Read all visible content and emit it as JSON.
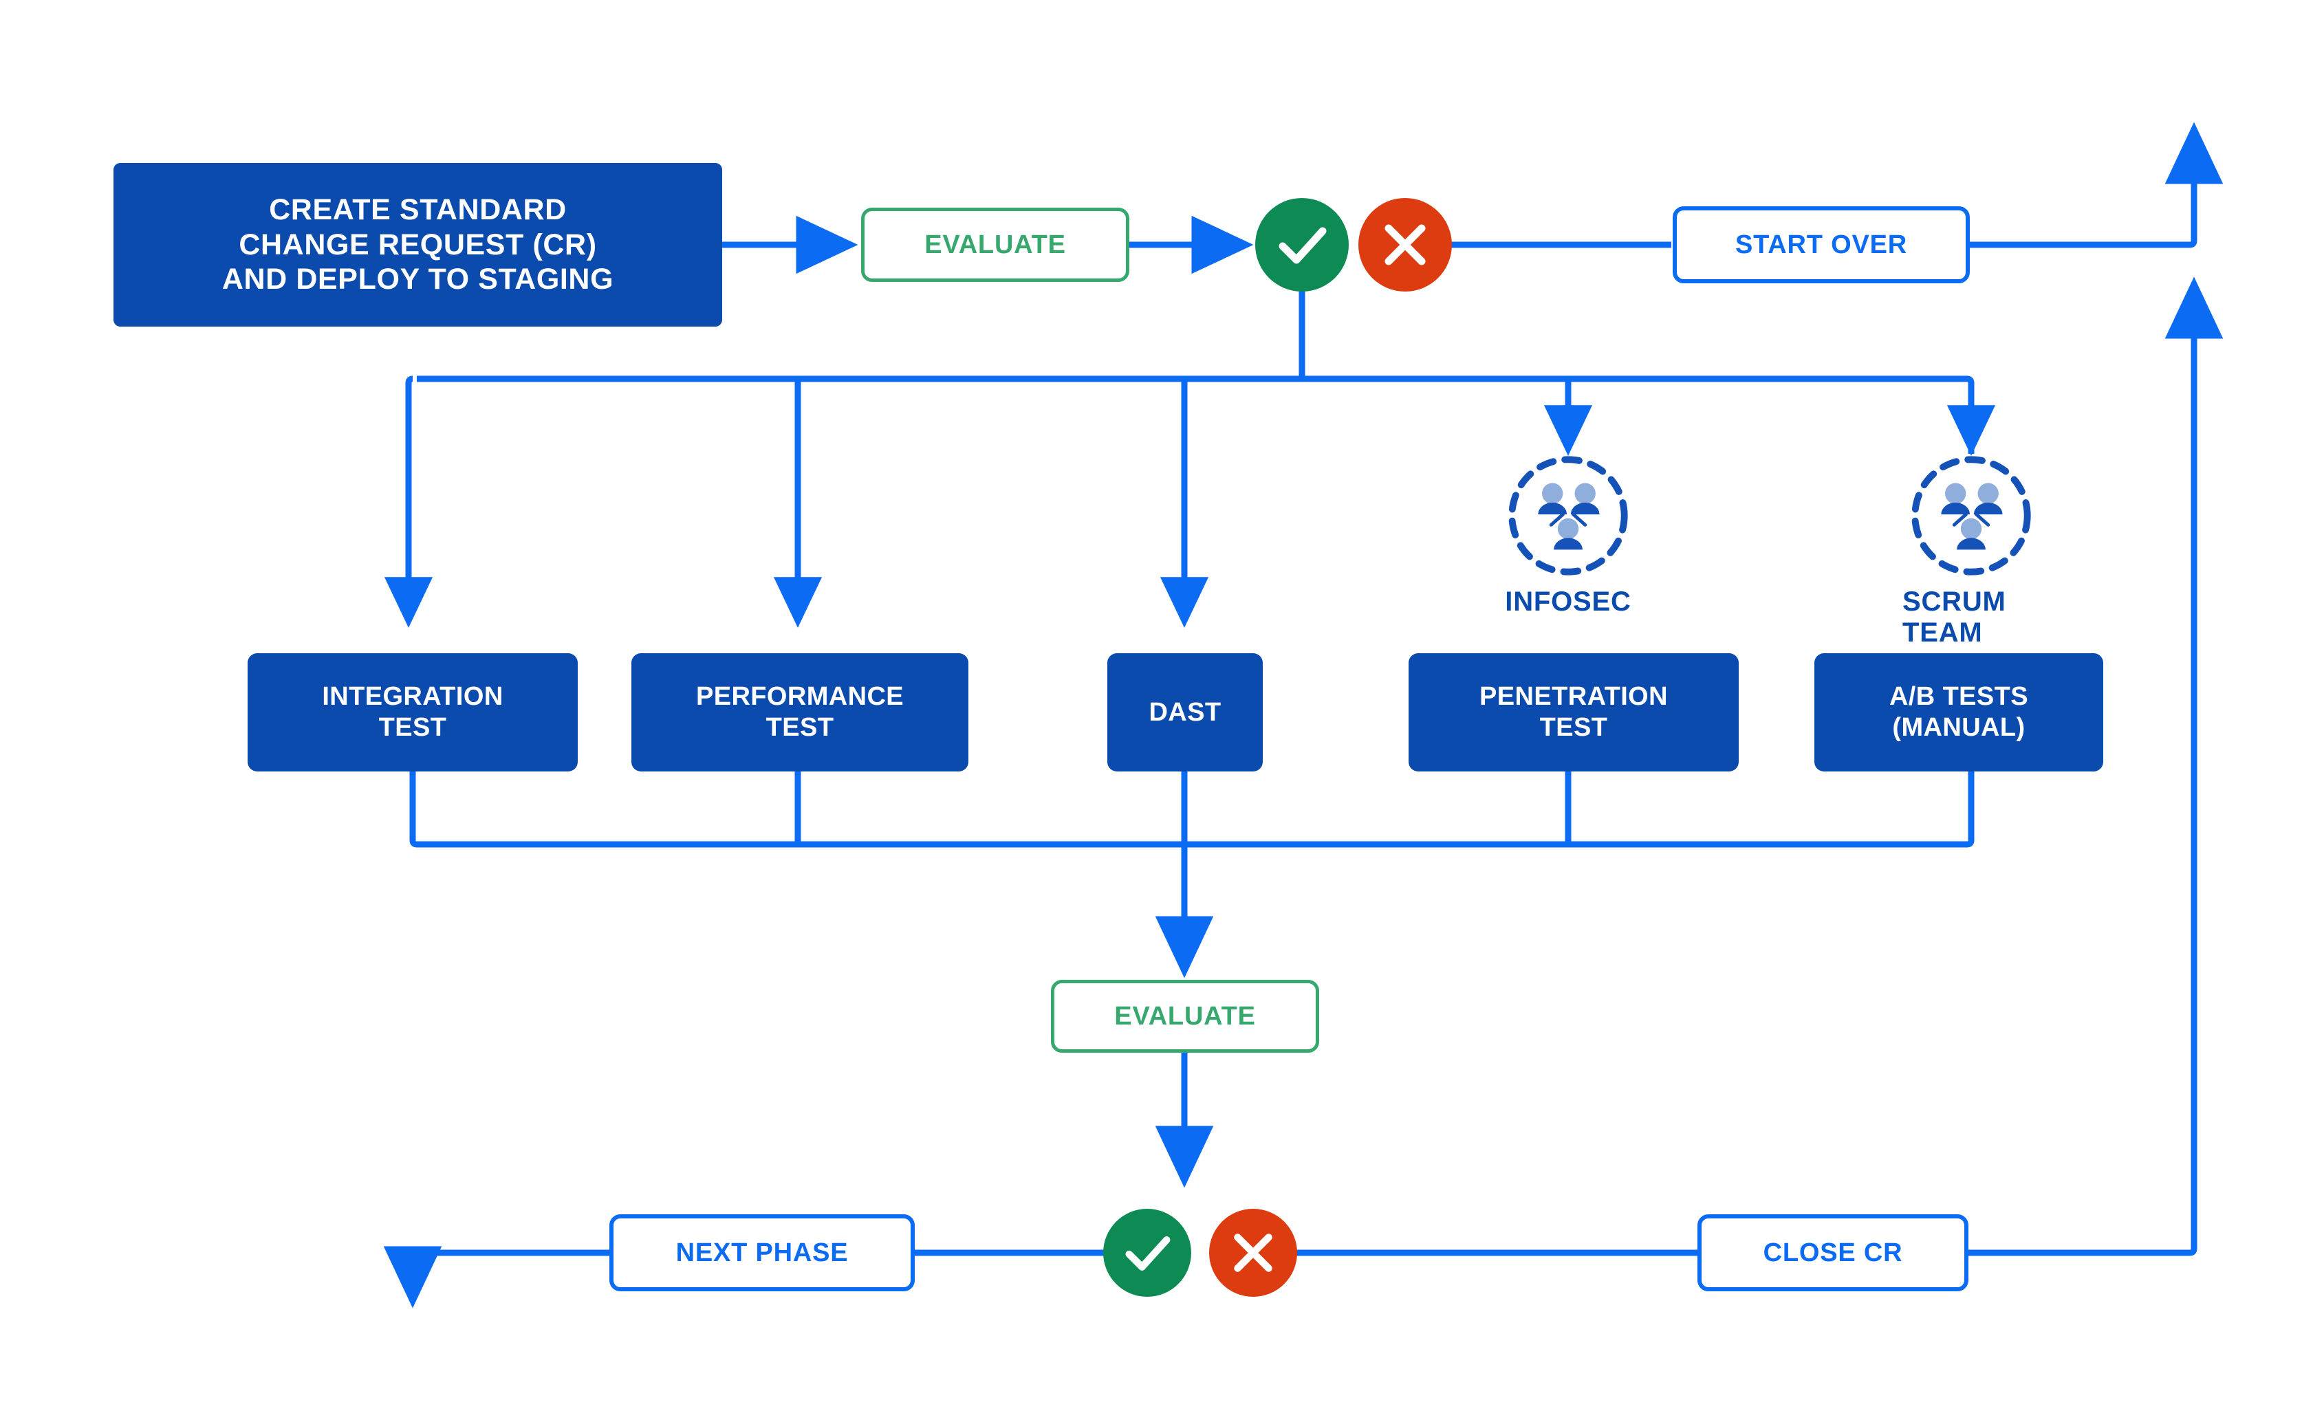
{
  "palette": {
    "process_blue": "#0B4BAD",
    "line_blue": "#0B6BF2",
    "evaluate_green": "#36A86E",
    "status_ok_green": "#0E8A54",
    "status_fail_red": "#DD3B10",
    "icon_light_blue": "#8FAEDC",
    "background": "#FFFFFF"
  },
  "diagram": {
    "title": "Standard Change Request Test & Release Flow",
    "type": "flowchart"
  },
  "nodes": {
    "create_cr": {
      "label": "CREATE STANDARD\nCHANGE REQUEST (CR)\nAND DEPLOY TO STAGING",
      "kind": "process"
    },
    "evaluate_top": {
      "label": "EVALUATE",
      "kind": "evaluate"
    },
    "start_over": {
      "label": "START OVER",
      "kind": "outline"
    },
    "integration_test": {
      "label": "INTEGRATION\nTEST",
      "kind": "process"
    },
    "performance_test": {
      "label": "PERFORMANCE\nTEST",
      "kind": "process"
    },
    "dast": {
      "label": "DAST",
      "kind": "process"
    },
    "penetration_test": {
      "label": "PENETRATION\nTEST",
      "kind": "process"
    },
    "ab_tests": {
      "label": "A/B TESTS\n(MANUAL)",
      "kind": "process"
    },
    "infosec": {
      "label": "INFOSEC",
      "kind": "team"
    },
    "scrum_team": {
      "label": "SCRUM TEAM",
      "kind": "team"
    },
    "evaluate_bottom": {
      "label": "EVALUATE",
      "kind": "evaluate"
    },
    "next_phase": {
      "label": "NEXT PHASE",
      "kind": "outline"
    },
    "close_cr": {
      "label": "CLOSE CR",
      "kind": "outline"
    }
  },
  "status_icons": {
    "pass_top": {
      "name": "check-circle",
      "glyph": "check",
      "color": "#0E8A54"
    },
    "fail_top": {
      "name": "x-circle",
      "glyph": "cross",
      "color": "#DD3B10"
    },
    "pass_bottom": {
      "name": "check-circle",
      "glyph": "check",
      "color": "#0E8A54"
    },
    "fail_bottom": {
      "name": "x-circle",
      "glyph": "cross",
      "color": "#DD3B10"
    }
  },
  "icons": {
    "team_icon": "team-group-dashed-circle-icon"
  }
}
